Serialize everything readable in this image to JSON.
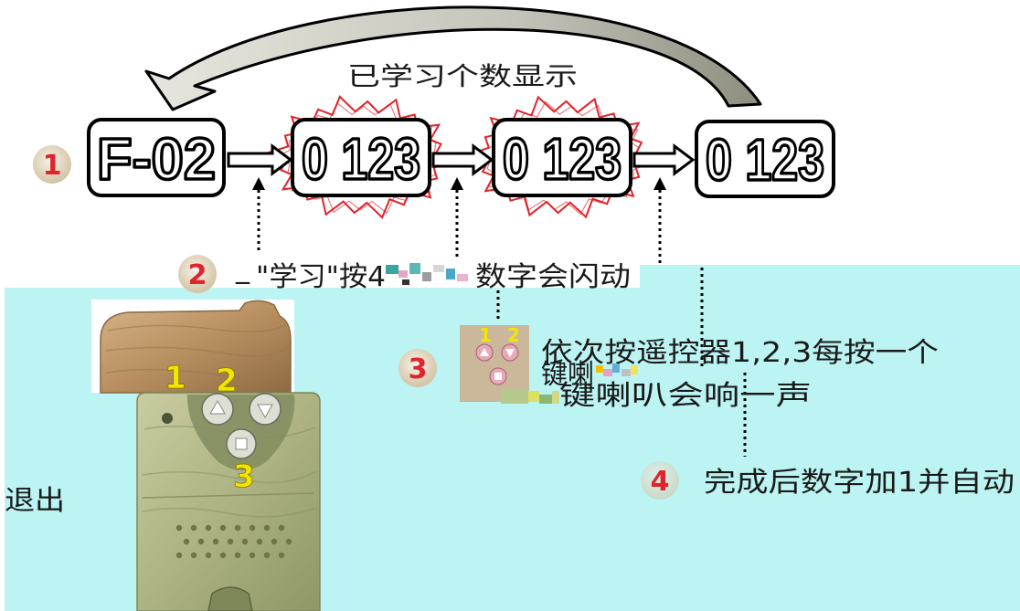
{
  "header": {
    "caption": "已学习个数显示"
  },
  "displays": [
    {
      "text": "F-02",
      "flashing": false
    },
    {
      "text": "0 123",
      "flashing": true
    },
    {
      "text": "0 123",
      "flashing": true
    },
    {
      "text": "0 123",
      "flashing": false
    }
  ],
  "steps": {
    "s1": {
      "number": "1"
    },
    "s2": {
      "number": "2",
      "mark": "_",
      "text_a": "\"学习\"按4",
      "text_b": "数字会闪动"
    },
    "s3": {
      "number": "3",
      "line1": "依次按遥控器1,2,3每按一个",
      "line2_fragment": "键喇",
      "line2": "键喇叭会响一声"
    },
    "s4": {
      "number": "4",
      "text": "完成后数字加1并自动"
    }
  },
  "side_label": "退出",
  "remote": {
    "labels": [
      "1",
      "2",
      "3"
    ]
  },
  "remote_icon": {
    "labels": [
      "1",
      "2"
    ]
  },
  "icons": {
    "return_arrow": "curved-arrow-icon",
    "step_arrow": "hollow-arrow-icon",
    "pointer": "dotted-pointer-icon",
    "remote": "remote-control-icon"
  },
  "colors": {
    "accent_red": "#e0242a",
    "digit_yellow": "#f2e600",
    "corrupt_cyan": "#bcf4f3",
    "step_circle": "#e9dfcc",
    "arrow_gray": "#9a9a8c"
  }
}
